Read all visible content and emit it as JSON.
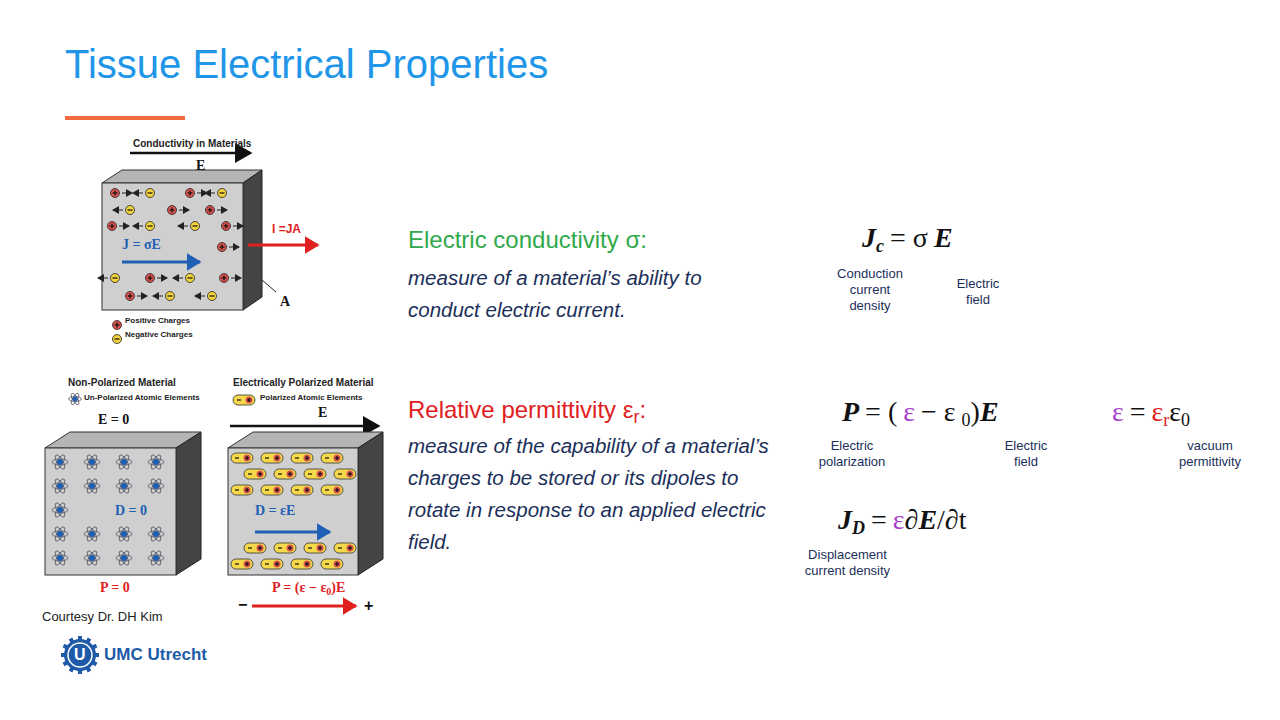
{
  "diagram": {
    "title": "Tissue Electrical Properties",
    "nodes": [
      {
        "text": [
          "J = σE"
        ]
      },
      {
        "text": [
          "D = 0"
        ]
      },
      {
        "text": [
          "D = εE"
        ]
      }
    ],
    "labels": [
      "Conductivity in Materials",
      "E",
      "I =JA",
      "A",
      "Non-Polarized Material",
      "Electrically Polarized Material",
      "E = 0",
      "E",
      "P = 0",
      "P = (ε − ε",
      "0",
      ")E",
      "−",
      "+",
      "Courtesy Dr. DH Kim",
      "U",
      "UMC Utrecht",
      "Electric conductivity σ:",
      "measure of a material’s ability to conduct electric current.",
      "Relative permittivity ε",
      "r",
      ":",
      "measure of the capability of a material’s charges to be stored or its dipoles to rotate in response to an applied electric field.",
      "J",
      "c",
      "= σ",
      "E",
      "Conduction current density",
      "Electric field",
      "P",
      "= (",
      "ε",
      "− ε",
      "0",
      ")",
      "E",
      "Electric polarization",
      "Electric field",
      "ε",
      "=",
      "ε",
      "r",
      "ε",
      "0",
      "vacuum permittivity",
      "J",
      "D",
      "=",
      "ε",
      "∂",
      "E",
      "/∂t",
      "Displacement current density"
    ],
    "legend": [
      {
        "text": "Positive Charges",
        "color": "#d9534f"
      },
      {
        "text": "Negative Charges",
        "color": "#f2d23c"
      },
      {
        "text": "Un-Polarized Atomic Elements"
      },
      {
        "text": "Polarized Atomic Elements"
      }
    ]
  }
}
